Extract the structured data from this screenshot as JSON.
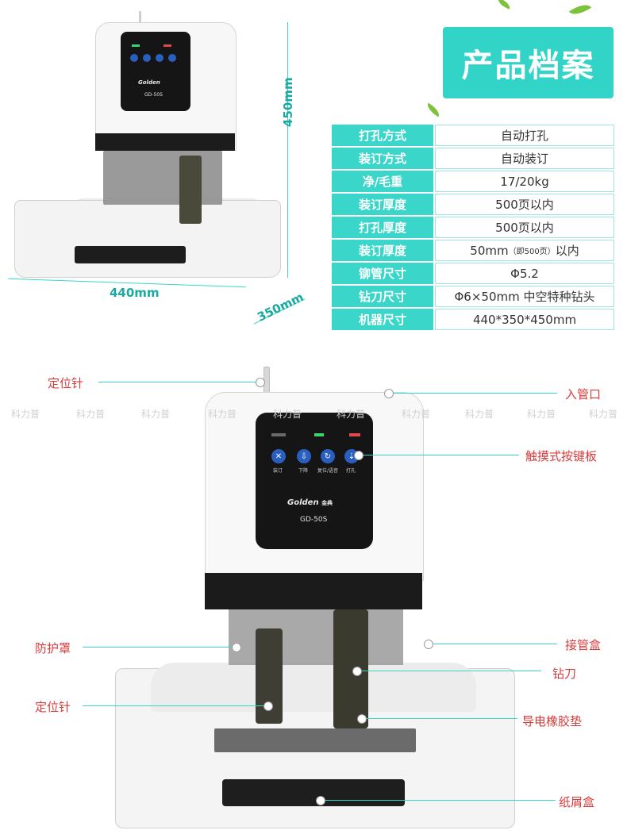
{
  "banner": {
    "title": "产品档案"
  },
  "specs": [
    {
      "key": "打孔方式",
      "value": "自动打孔"
    },
    {
      "key": "装订方式",
      "value": "自动装订"
    },
    {
      "key": "净/毛重",
      "value": "17/20kg"
    },
    {
      "key": "装订厚度",
      "value": "500页以内"
    },
    {
      "key": "打孔厚度",
      "value": "500页以内"
    },
    {
      "key": "装订厚度",
      "value": "50mm",
      "value_note": "（即500页）",
      "value_suffix": "以内"
    },
    {
      "key": "铆管尺寸",
      "value": "Φ5.2"
    },
    {
      "key": "钻刀尺寸",
      "value": "Φ6×50mm 中空特种钻头"
    },
    {
      "key": "机器尺寸",
      "value": "440*350*450mm"
    }
  ],
  "dimensions": {
    "height": "450mm",
    "width": "440mm",
    "depth": "350mm"
  },
  "panel": {
    "brand": "Golden",
    "brand_cn": "金典",
    "model": "GD-50S",
    "keys": [
      {
        "icon": "binding-icon",
        "label": "装订"
      },
      {
        "icon": "down-arrow-icon",
        "label": "下降"
      },
      {
        "icon": "reset-icon",
        "label": "复位/语音"
      },
      {
        "icon": "punch-icon",
        "label": "打孔"
      }
    ]
  },
  "watermark": {
    "text": "科力普"
  },
  "callouts": {
    "positioning_pin_top": "定位针",
    "tube_inlet": "入管口",
    "touch_panel": "触摸式按键板",
    "guard": "防护罩",
    "tube_box": "接管盒",
    "drill": "钻刀",
    "positioning_pin_bottom": "定位针",
    "rubber_pad": "导电橡胶垫",
    "scrap_box": "纸屑盒"
  },
  "colors": {
    "accent": "#3ad6c9",
    "callout_text": "#d83b3b",
    "dimension_text": "#1aa9a0"
  }
}
